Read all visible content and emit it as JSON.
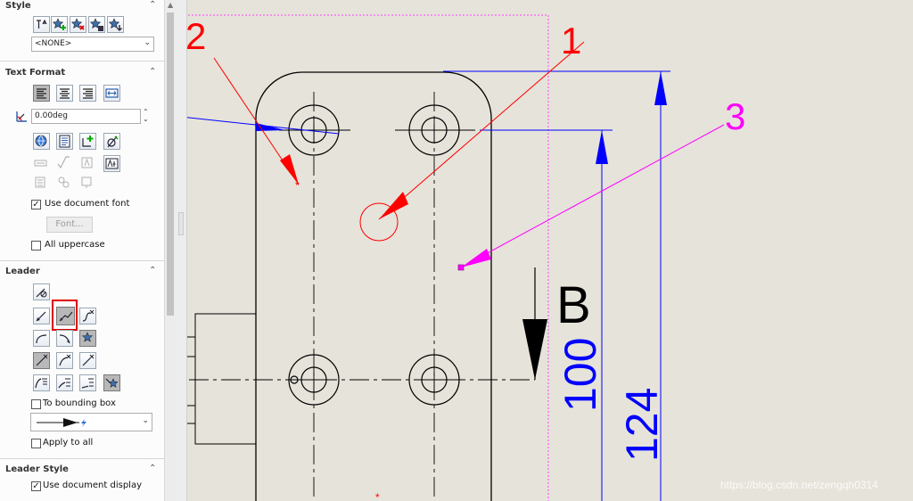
{
  "style_section": {
    "title": "Style",
    "dropdown_value": "<NONE>"
  },
  "text_format": {
    "title": "Text Format",
    "angle_value": "0.00deg",
    "use_document_font": "Use document font",
    "font_button": "Font...",
    "all_uppercase": "All uppercase"
  },
  "leader": {
    "title": "Leader",
    "to_bounding_box": "To bounding box",
    "apply_to_all": "Apply to all"
  },
  "leader_style": {
    "title": "Leader Style",
    "use_document_display": "Use document display"
  },
  "drawing": {
    "balloon_labels": [
      "1",
      "2",
      "3"
    ],
    "section_label": "B",
    "dimension_100": "100",
    "dimension_124": "124",
    "watermark": "https://blog.csdn.net/zengqh0314"
  },
  "colors": {
    "balloon_red": "#ff0000",
    "balloon_magenta": "#ff00ff",
    "dimension_blue": "#0000ff",
    "highlight": "#e00000"
  }
}
